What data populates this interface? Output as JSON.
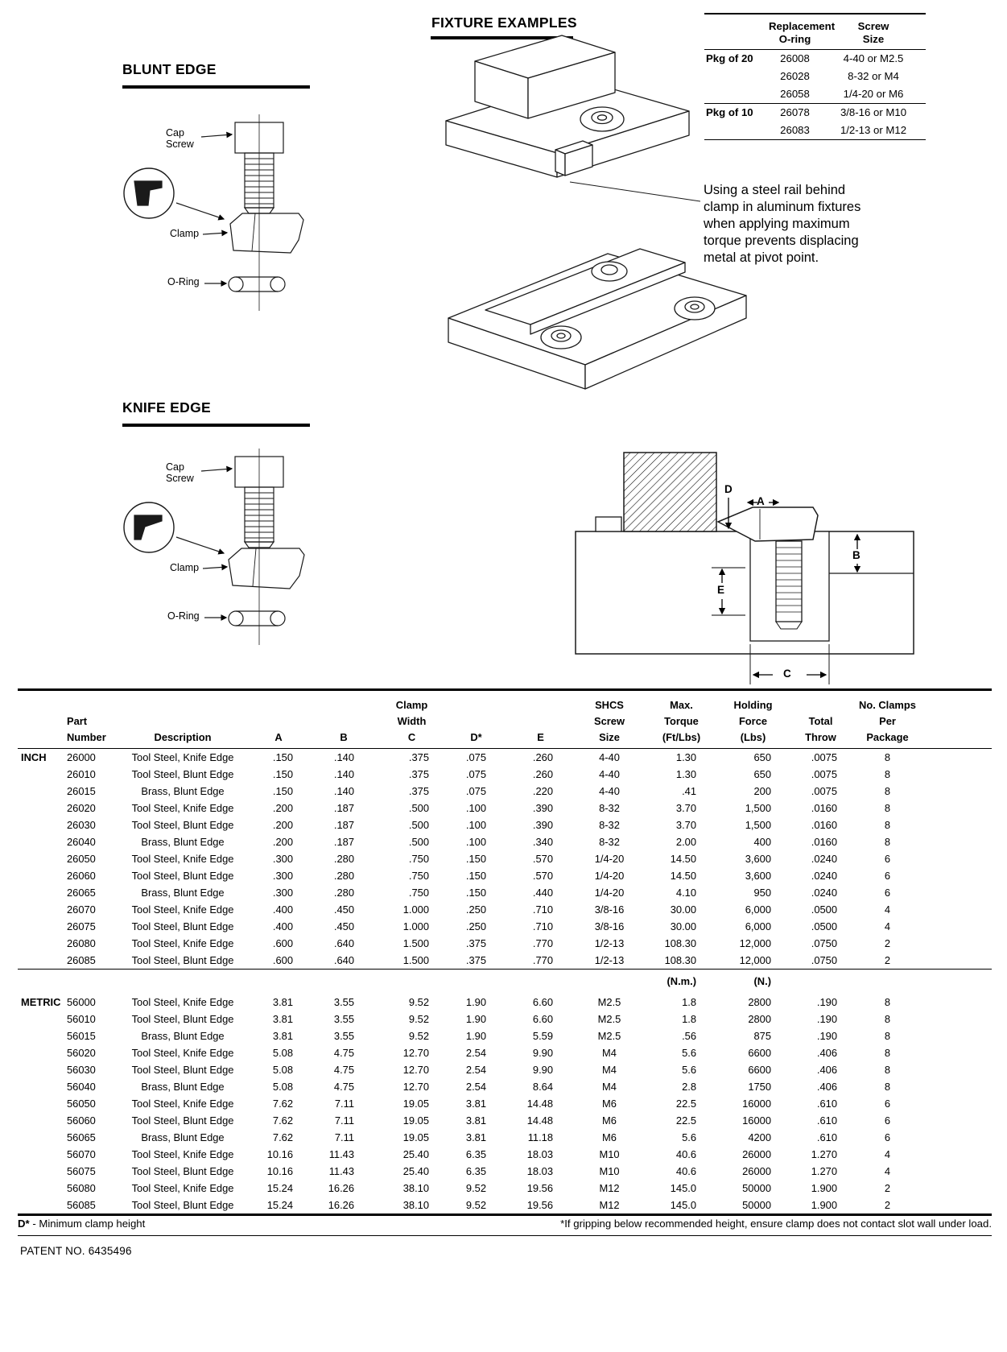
{
  "colors": {
    "ink": "#000000",
    "paper": "#ffffff"
  },
  "headings": {
    "blunt_edge": "BLUNT EDGE",
    "knife_edge": "KNIFE EDGE",
    "fixture_examples": "FIXTURE EXAMPLES"
  },
  "diagram_labels": {
    "cap": "Cap",
    "screw": "Screw",
    "clamp": "Clamp",
    "oring": "O-Ring"
  },
  "dims": {
    "d": "D",
    "a": "A",
    "b": "B",
    "e": "E",
    "c": "C"
  },
  "rail_note": "Using a steel rail behind clamp in aluminum fixtures when applying maximum torque prevents displacing metal at pivot point.",
  "oring_table": {
    "headers": {
      "replacement": [
        "Replacement",
        "O-ring"
      ],
      "screw_size": [
        "Screw",
        "Size"
      ]
    },
    "groups": [
      {
        "label": "Pkg of 20",
        "rows": [
          [
            "26008",
            "4-40 or M2.5"
          ],
          [
            "26028",
            "8-32 or M4"
          ],
          [
            "26058",
            "1/4-20 or M6"
          ]
        ]
      },
      {
        "label": "Pkg of 10",
        "rows": [
          [
            "26078",
            "3/8-16 or M10"
          ],
          [
            "26083",
            "1/2-13 or M12"
          ]
        ]
      }
    ]
  },
  "main_table": {
    "headers": {
      "part": [
        "Part",
        "Number"
      ],
      "description": [
        "Description"
      ],
      "a": [
        "A"
      ],
      "b": [
        "B"
      ],
      "c": [
        "Clamp",
        "Width",
        "C"
      ],
      "d": [
        "D*"
      ],
      "e": [
        "E"
      ],
      "screw": [
        "SHCS",
        "Screw",
        "Size"
      ],
      "torque": [
        "Max.",
        "Torque",
        "(Ft/Lbs)"
      ],
      "force": [
        "Holding",
        "Force",
        "(Lbs)"
      ],
      "throw": [
        "Total",
        "Throw"
      ],
      "package": [
        "No. Clamps",
        "Per",
        "Package"
      ]
    },
    "sections": [
      {
        "label": "INCH",
        "rows": [
          [
            "26000",
            "Tool Steel, Knife Edge",
            ".150",
            ".140",
            ".375",
            ".075",
            ".260",
            "4-40",
            "1.30",
            "650",
            ".0075",
            "8"
          ],
          [
            "26010",
            "Tool Steel, Blunt Edge",
            ".150",
            ".140",
            ".375",
            ".075",
            ".260",
            "4-40",
            "1.30",
            "650",
            ".0075",
            "8"
          ],
          [
            "26015",
            "Brass, Blunt Edge",
            ".150",
            ".140",
            ".375",
            ".075",
            ".220",
            "4-40",
            ".41",
            "200",
            ".0075",
            "8"
          ],
          [
            "26020",
            "Tool Steel, Knife Edge",
            ".200",
            ".187",
            ".500",
            ".100",
            ".390",
            "8-32",
            "3.70",
            "1,500",
            ".0160",
            "8"
          ],
          [
            "26030",
            "Tool Steel, Blunt Edge",
            ".200",
            ".187",
            ".500",
            ".100",
            ".390",
            "8-32",
            "3.70",
            "1,500",
            ".0160",
            "8"
          ],
          [
            "26040",
            "Brass, Blunt Edge",
            ".200",
            ".187",
            ".500",
            ".100",
            ".340",
            "8-32",
            "2.00",
            "400",
            ".0160",
            "8"
          ],
          [
            "26050",
            "Tool Steel, Knife Edge",
            ".300",
            ".280",
            ".750",
            ".150",
            ".570",
            "1/4-20",
            "14.50",
            "3,600",
            ".0240",
            "6"
          ],
          [
            "26060",
            "Tool Steel, Blunt Edge",
            ".300",
            ".280",
            ".750",
            ".150",
            ".570",
            "1/4-20",
            "14.50",
            "3,600",
            ".0240",
            "6"
          ],
          [
            "26065",
            "Brass, Blunt Edge",
            ".300",
            ".280",
            ".750",
            ".150",
            ".440",
            "1/4-20",
            "4.10",
            "950",
            ".0240",
            "6"
          ],
          [
            "26070",
            "Tool Steel, Knife Edge",
            ".400",
            ".450",
            "1.000",
            ".250",
            ".710",
            "3/8-16",
            "30.00",
            "6,000",
            ".0500",
            "4"
          ],
          [
            "26075",
            "Tool Steel, Blunt Edge",
            ".400",
            ".450",
            "1.000",
            ".250",
            ".710",
            "3/8-16",
            "30.00",
            "6,000",
            ".0500",
            "4"
          ],
          [
            "26080",
            "Tool Steel, Knife Edge",
            ".600",
            ".640",
            "1.500",
            ".375",
            ".770",
            "1/2-13",
            "108.30",
            "12,000",
            ".0750",
            "2"
          ],
          [
            "26085",
            "Tool Steel, Blunt Edge",
            ".600",
            ".640",
            "1.500",
            ".375",
            ".770",
            "1/2-13",
            "108.30",
            "12,000",
            ".0750",
            "2"
          ]
        ]
      },
      {
        "label": "METRIC",
        "rows": [
          [
            "56000",
            "Tool Steel, Knife Edge",
            "3.81",
            "3.55",
            "9.52",
            "1.90",
            "6.60",
            "M2.5",
            "1.8",
            "2800",
            ".190",
            "8"
          ],
          [
            "56010",
            "Tool Steel, Blunt Edge",
            "3.81",
            "3.55",
            "9.52",
            "1.90",
            "6.60",
            "M2.5",
            "1.8",
            "2800",
            ".190",
            "8"
          ],
          [
            "56015",
            "Brass, Blunt Edge",
            "3.81",
            "3.55",
            "9.52",
            "1.90",
            "5.59",
            "M2.5",
            ".56",
            "875",
            ".190",
            "8"
          ],
          [
            "56020",
            "Tool Steel, Knife Edge",
            "5.08",
            "4.75",
            "12.70",
            "2.54",
            "9.90",
            "M4",
            "5.6",
            "6600",
            ".406",
            "8"
          ],
          [
            "56030",
            "Tool Steel, Blunt Edge",
            "5.08",
            "4.75",
            "12.70",
            "2.54",
            "9.90",
            "M4",
            "5.6",
            "6600",
            ".406",
            "8"
          ],
          [
            "56040",
            "Brass, Blunt Edge",
            "5.08",
            "4.75",
            "12.70",
            "2.54",
            "8.64",
            "M4",
            "2.8",
            "1750",
            ".406",
            "8"
          ],
          [
            "56050",
            "Tool Steel, Knife Edge",
            "7.62",
            "7.11",
            "19.05",
            "3.81",
            "14.48",
            "M6",
            "22.5",
            "16000",
            ".610",
            "6"
          ],
          [
            "56060",
            "Tool Steel, Blunt Edge",
            "7.62",
            "7.11",
            "19.05",
            "3.81",
            "14.48",
            "M6",
            "22.5",
            "16000",
            ".610",
            "6"
          ],
          [
            "56065",
            "Brass, Blunt Edge",
            "7.62",
            "7.11",
            "19.05",
            "3.81",
            "11.18",
            "M6",
            "5.6",
            "4200",
            ".610",
            "6"
          ],
          [
            "56070",
            "Tool Steel, Knife Edge",
            "10.16",
            "11.43",
            "25.40",
            "6.35",
            "18.03",
            "M10",
            "40.6",
            "26000",
            "1.270",
            "4"
          ],
          [
            "56075",
            "Tool Steel, Blunt Edge",
            "10.16",
            "11.43",
            "25.40",
            "6.35",
            "18.03",
            "M10",
            "40.6",
            "26000",
            "1.270",
            "4"
          ],
          [
            "56080",
            "Tool Steel, Knife Edge",
            "15.24",
            "16.26",
            "38.10",
            "9.52",
            "19.56",
            "M12",
            "145.0",
            "50000",
            "1.900",
            "2"
          ],
          [
            "56085",
            "Tool Steel, Blunt Edge",
            "15.24",
            "16.26",
            "38.10",
            "9.52",
            "19.56",
            "M12",
            "145.0",
            "50000",
            "1.900",
            "2"
          ]
        ]
      }
    ],
    "units_row": {
      "torque": "(N.m.)",
      "force": "(N.)"
    }
  },
  "footer": {
    "d_note_term": "D*",
    "d_note_rest": " - Minimum clamp height",
    "grip_note": "*If gripping below recommended height, ensure clamp does not contact slot wall under load.",
    "patent": "PATENT NO. 6435496"
  }
}
